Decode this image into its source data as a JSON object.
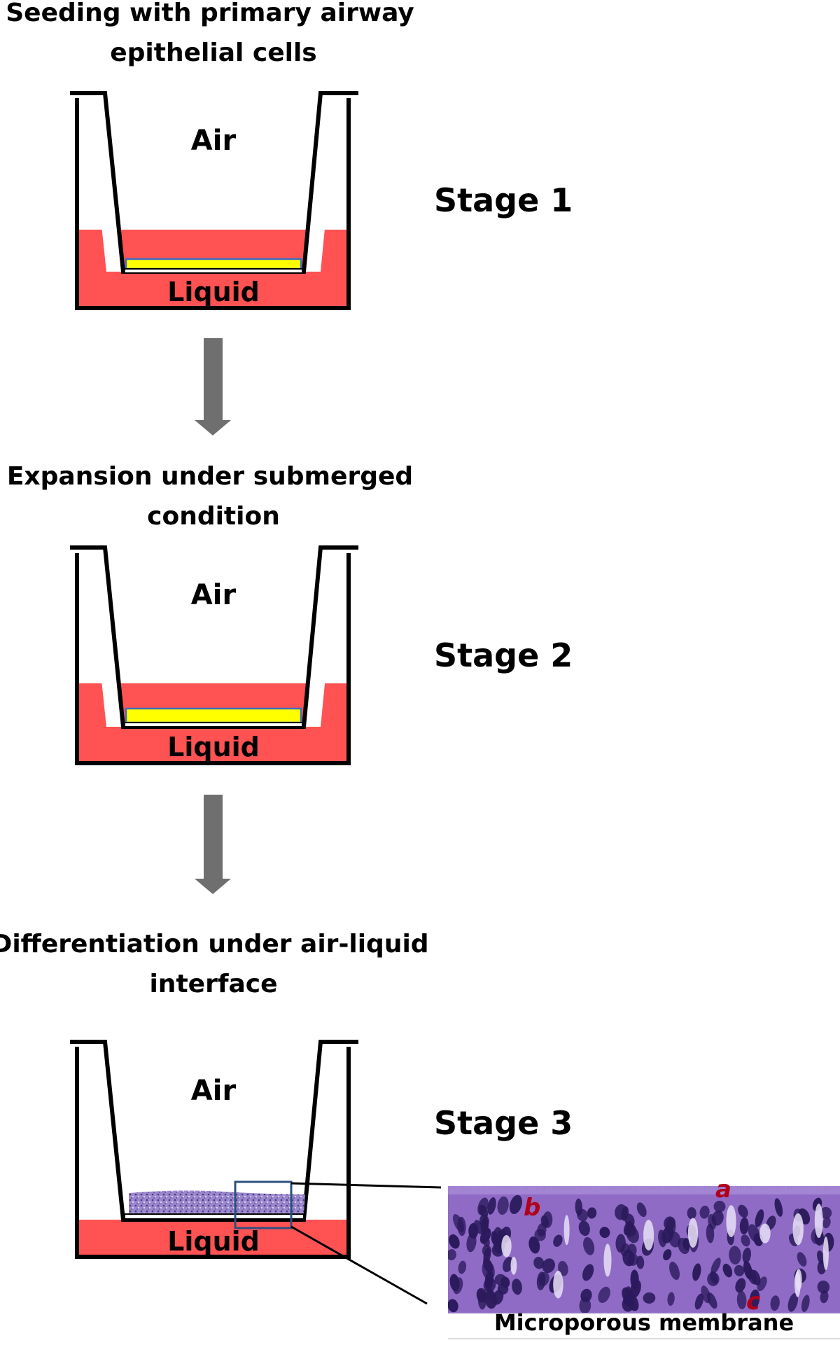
{
  "stages": [
    {
      "heading_line1": "Seeding with primary airway",
      "heading_line2": "epithelial cells",
      "stage_label": "Stage 1",
      "air_label": "Air",
      "liquid_label": "Liquid"
    },
    {
      "heading_line1": "Expansion under submerged",
      "heading_line2": "condition",
      "stage_label": "Stage 2",
      "air_label": "Air",
      "liquid_label": "Liquid"
    },
    {
      "heading_line1": "Differentiation under air-liquid",
      "heading_line2": "interface",
      "stage_label": "Stage 3",
      "air_label": "Air",
      "liquid_label": "Liquid"
    }
  ],
  "histology": {
    "label_a": "a",
    "label_b": "b",
    "label_c": "c",
    "membrane_label": "Microporous membrane"
  },
  "colors": {
    "liquid": "#ff5252",
    "cell_layer": "#ffff00",
    "cell_layer_border": "#3a6fbf",
    "arrow": "#6f6f6f",
    "tissue": "#8f6bc6",
    "nuclei": "#2b1a5c",
    "zoom_box": "#2e4f80",
    "letter": "#b0001a"
  }
}
